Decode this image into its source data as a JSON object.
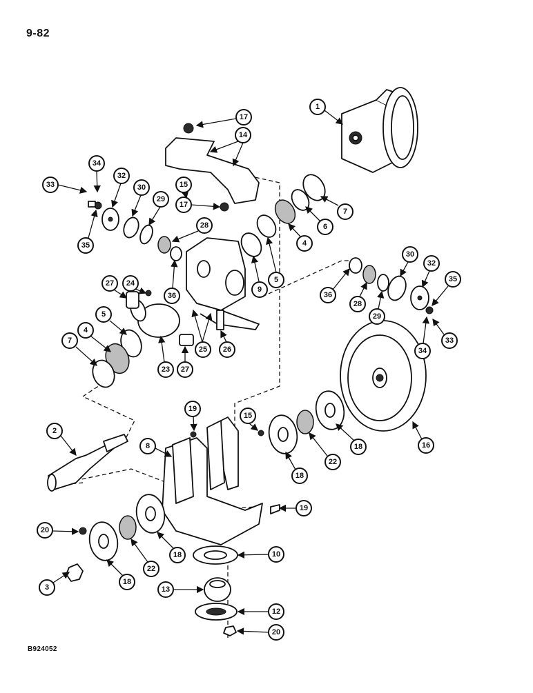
{
  "page_number": "9-82",
  "figure_code": "B924052",
  "callouts": [
    "1",
    "17",
    "14",
    "34",
    "33",
    "32",
    "30",
    "29",
    "15",
    "17",
    "7",
    "6",
    "4",
    "28",
    "5",
    "9",
    "36",
    "27",
    "24",
    "5",
    "4",
    "7",
    "23",
    "27",
    "25",
    "26",
    "36",
    "28",
    "29",
    "30",
    "32",
    "35",
    "34",
    "33",
    "35",
    "19",
    "15",
    "2",
    "8",
    "18",
    "22",
    "18",
    "16",
    "19",
    "20",
    "3",
    "18",
    "22",
    "18",
    "10",
    "13",
    "12",
    "20"
  ]
}
